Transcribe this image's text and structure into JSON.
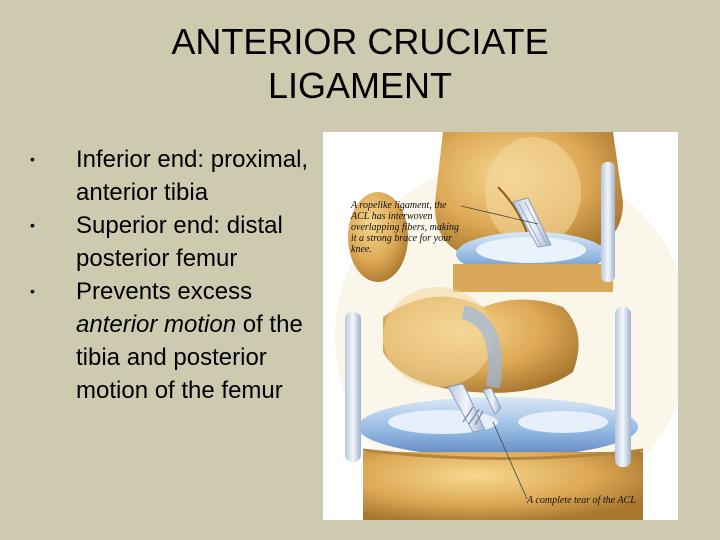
{
  "slide": {
    "title_line1": "ANTERIOR CRUCIATE",
    "title_line2": "LIGAMENT",
    "bullets": [
      {
        "text": "Inferior end: proximal, anterior tibia"
      },
      {
        "text": "Superior end: distal posterior femur"
      },
      {
        "text_pre": "Prevents excess ",
        "text_em": "anterior motion",
        "text_post": " of the tibia and posterior motion of the femur"
      }
    ],
    "bullet_glyph": "•"
  },
  "figure": {
    "caption_top": "A ropelike ligament, the ACL has interwoven overlapping fibers, making it a strong brace for your knee.",
    "caption_bottom": "A complete tear of the ACL"
  },
  "colors": {
    "background": "#cdcab0",
    "bone": "#e0b060",
    "cartilage": "#8fb6e0",
    "ligament": "#e6eef8"
  }
}
